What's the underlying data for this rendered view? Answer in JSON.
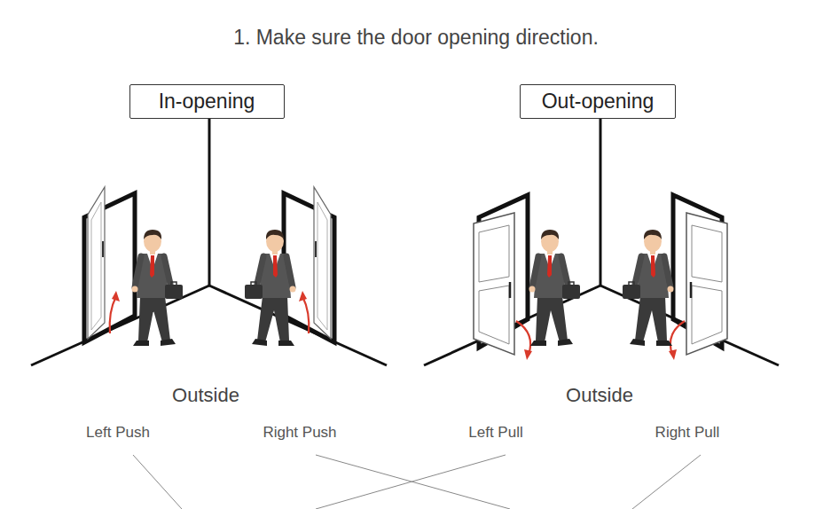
{
  "diagram": {
    "title": "1. Make sure the door opening direction.",
    "nodes": [
      {
        "text": [
          "In-opening"
        ]
      },
      {
        "text": [
          "Out-opening"
        ]
      }
    ],
    "labels": [
      "Outside",
      "Outside",
      "Left Push",
      "Right Push",
      "Left Pull",
      "Right Pull"
    ]
  }
}
